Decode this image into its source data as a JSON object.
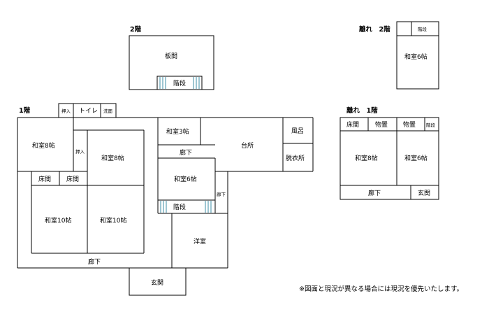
{
  "headings": {
    "floor2": "2階",
    "floor1": "1階",
    "annex2": "離れ　2階",
    "annex1": "離れ　1階"
  },
  "rooms": {
    "f2_itama": "板間",
    "f2_stairs": "階段",
    "oshiire_top": "押入",
    "toilet": "トイレ",
    "senmen": "洗面",
    "washitsu8_a": "和室8帖",
    "oshiire_side": "押入",
    "washitsu8_b": "和室8帖",
    "tokonoma_a": "床間",
    "tokonoma_b": "床間",
    "washitsu10_a": "和室10帖",
    "washitsu10_b": "和室10帖",
    "rouka_bottom": "廊下",
    "genkan_main": "玄関",
    "washitsu3": "和室3帖",
    "rouka_mid": "廊下",
    "washitsu6": "和室6帖",
    "stairs_mid": "階段",
    "rouka_small": "廊下",
    "youshitsu": "洋室",
    "daidokoro": "台所",
    "furo": "風呂",
    "datsuijo": "脱衣所",
    "annex2_stairs": "階段",
    "annex2_washitsu6": "和室6帖",
    "annex1_tokonoma": "床間",
    "annex1_monooki_a": "物置",
    "annex1_monooki_b": "物置",
    "annex1_stairs": "階段",
    "annex1_washitsu8": "和室8帖",
    "annex1_washitsu6": "和室6帖",
    "annex1_rouka": "廊下",
    "annex1_genkan": "玄関"
  },
  "note": "※図面と現況が異なる場合には現況を優先いたします。",
  "colors": {
    "stroke": "#000000",
    "stairs_hatch": "#3b8ea5",
    "background": "#ffffff"
  }
}
